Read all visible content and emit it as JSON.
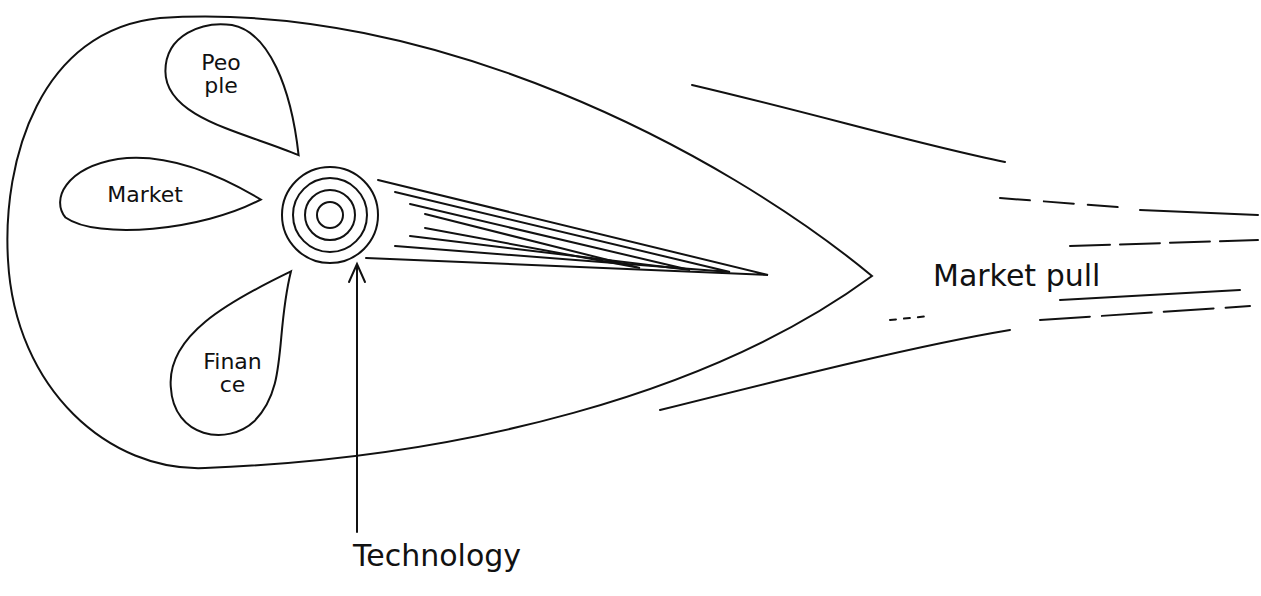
{
  "diagram": {
    "nodes": [
      {
        "text": [
          "Peo ple"
        ]
      },
      {
        "text": [
          "Market"
        ]
      },
      {
        "text": [
          "Finan ce"
        ]
      }
    ],
    "labels": [
      "Technology",
      "Market pull"
    ]
  }
}
